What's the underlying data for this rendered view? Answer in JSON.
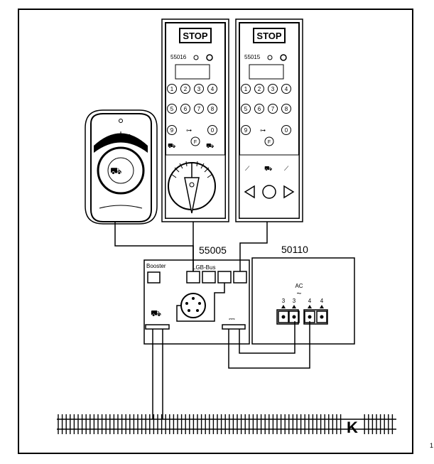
{
  "handset_a": {
    "stop_label": "STOP",
    "model": "55016",
    "keys": [
      "1",
      "2",
      "3",
      "4",
      "5",
      "6",
      "7",
      "8",
      "9",
      "0"
    ],
    "f_key": "F"
  },
  "handset_b": {
    "stop_label": "STOP",
    "model": "55015",
    "keys": [
      "1",
      "2",
      "3",
      "4",
      "5",
      "6",
      "7",
      "8",
      "9",
      "0"
    ],
    "f_key": "F"
  },
  "central_station": {
    "model": "55005",
    "booster_label": "Booster",
    "bus_label": "LGB-Bus"
  },
  "transformer": {
    "model": "50110",
    "ac_label": "AC",
    "ac_symbol": "~",
    "terminals": [
      "3",
      "3",
      "4",
      "4"
    ]
  },
  "track_logo": "K",
  "page_number": "1"
}
